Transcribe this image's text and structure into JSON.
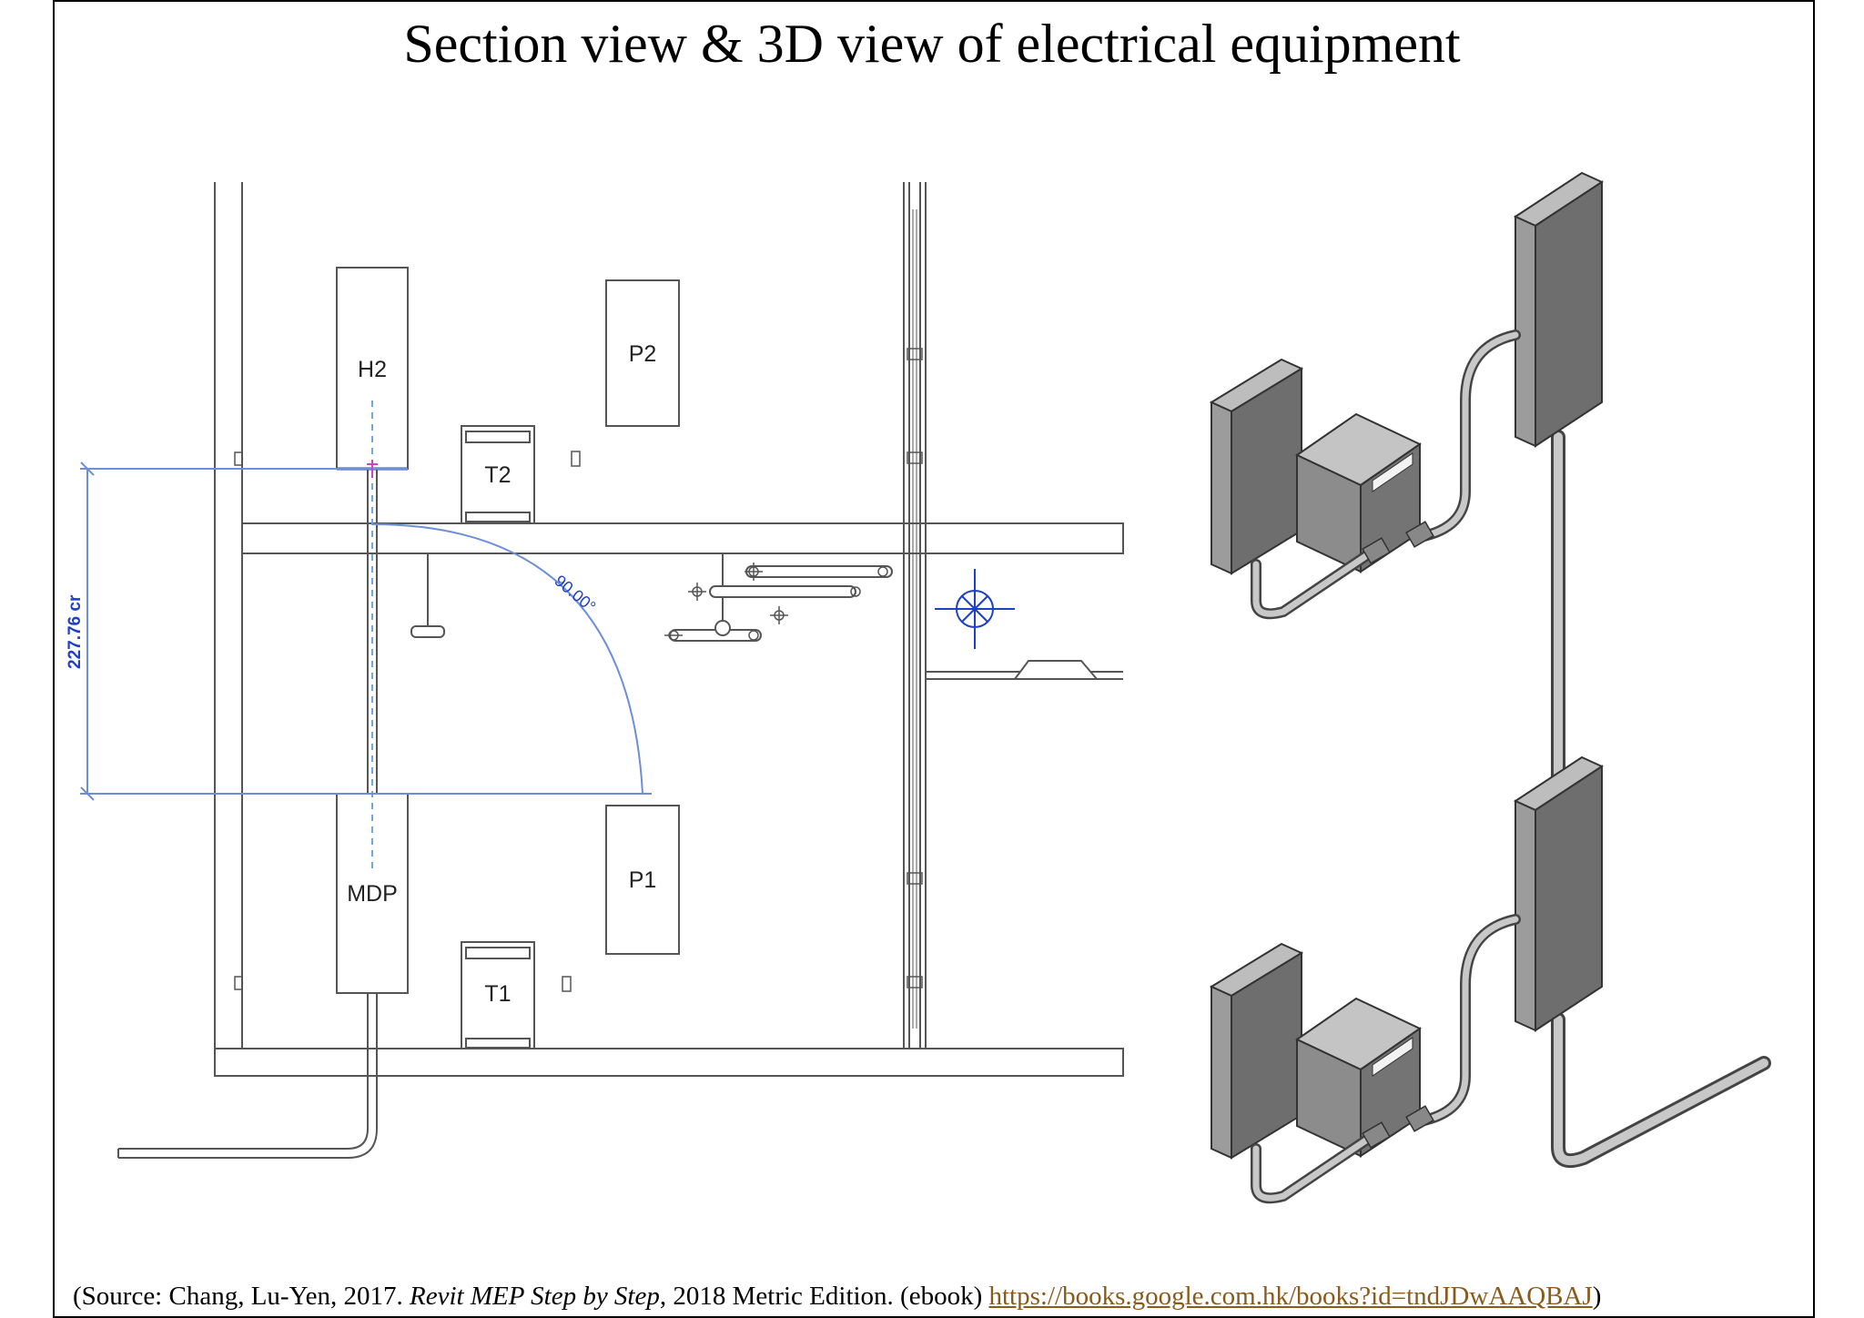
{
  "title": "Section view & 3D view of electrical equipment",
  "section_view": {
    "labels": {
      "h2": "H2",
      "p2": "P2",
      "t2": "T2",
      "p1": "P1",
      "t1": "T1",
      "mdp": "MDP"
    },
    "dimension_text": "227.76 cr",
    "angle_text": "90.00°",
    "dimension_color": "#1e3fc8"
  },
  "caption": {
    "prefix": "(Source: Chang, Lu-Yen, 2017. ",
    "book_title": "Revit MEP Step by Step",
    "middle": ", 2018 Metric Edition. (ebook) ",
    "link_text": "https://books.google.com.hk/books?id=tndJDwAAQBAJ",
    "suffix": ")"
  },
  "colors": {
    "link": "#8a5a1a",
    "panel_front": "#9c9c9c",
    "panel_side": "#6e6e6e",
    "conduit": "#b4b4b4"
  }
}
